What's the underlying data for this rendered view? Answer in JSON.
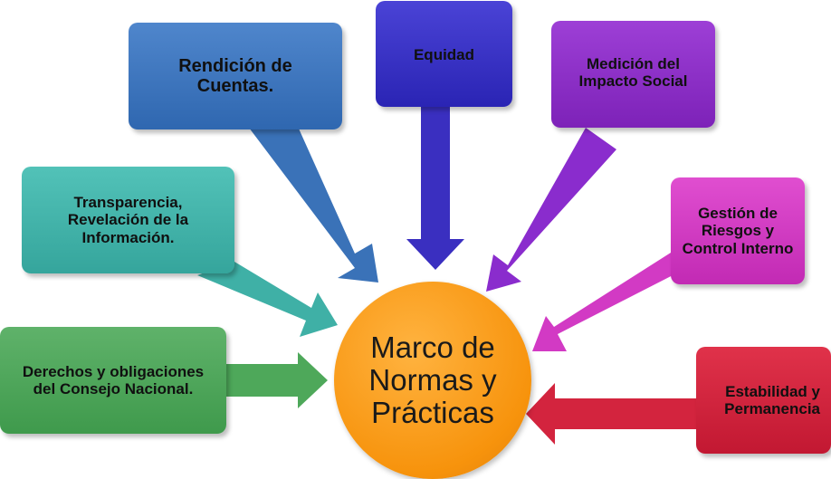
{
  "diagram": {
    "center": {
      "label": "Marco de\nNormas y\nPrácticas",
      "color": "#f7930c"
    },
    "nodes": [
      {
        "id": "rendicion",
        "label": "Rendición de\nCuentas.",
        "color": "#3a74be"
      },
      {
        "id": "equidad",
        "label": "Equidad",
        "color": "#3430c4"
      },
      {
        "id": "medicion",
        "label": "Medición del\nImpacto Social",
        "color": "#8a2fc6"
      },
      {
        "id": "transparencia",
        "label": "Transparencia,\nRevelación de la\nInformación.",
        "color": "#42b3aa"
      },
      {
        "id": "gestion",
        "label": "Gestión de\nRiesgos y\nControl Interno",
        "color": "#d03cc2"
      },
      {
        "id": "derechos",
        "label": "Derechos y obligaciones\ndel Consejo Nacional.",
        "color": "#4da65a"
      },
      {
        "id": "estabilidad",
        "label": "Estabilidad y\nPermanencia",
        "color": "#d0223c"
      }
    ]
  }
}
